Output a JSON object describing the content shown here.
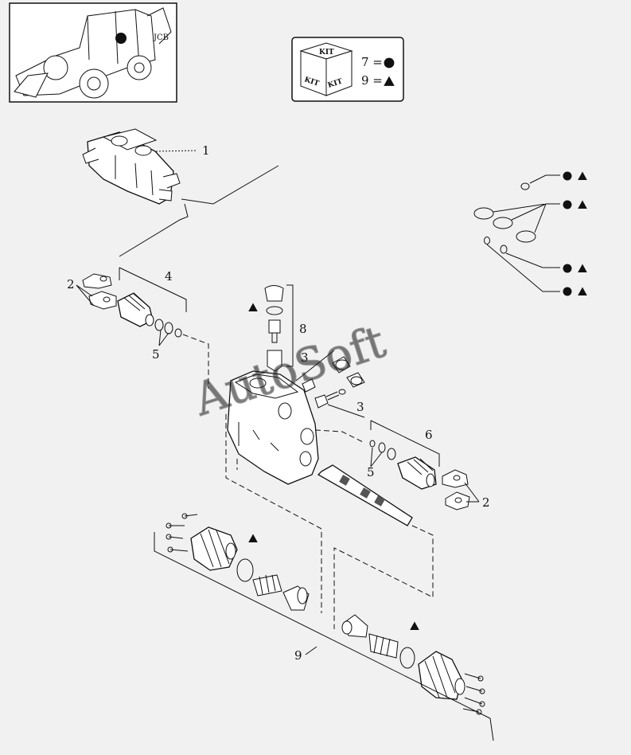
{
  "kit_box": {
    "kit_label": "KIT",
    "legend": [
      {
        "text": "7 =",
        "symbol": "circle"
      },
      {
        "text": "9 =",
        "symbol": "triangle"
      }
    ]
  },
  "callouts": {
    "c1": "1",
    "c2_left": "2",
    "c2_right": "2",
    "c3_top": "3",
    "c3_bottom": "3",
    "c4": "4",
    "c5_left": "5",
    "c5_right": "5",
    "c6": "6",
    "c8": "8",
    "c9": "9"
  },
  "watermark": "AutoSoft",
  "colors": {
    "ink": "#111111",
    "paper": "#f1f1f1"
  },
  "icons": [
    "loader-thumbnail",
    "kit-cube-icon",
    "circle-marker-icon",
    "triangle-marker-icon"
  ]
}
